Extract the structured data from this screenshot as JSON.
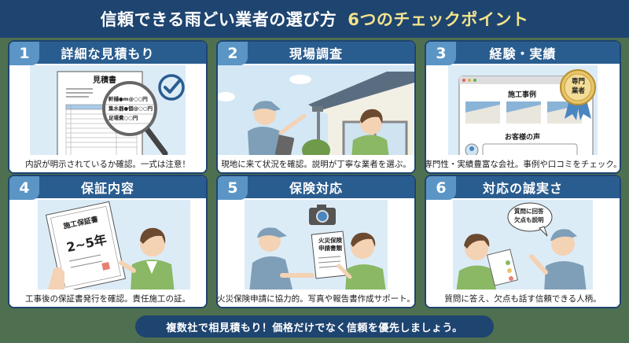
{
  "header": {
    "title_main": "信頼できる雨どい業者の選び方",
    "title_accent": "6つのチェックポイント"
  },
  "panels": [
    {
      "number": "1",
      "title": "詳細な見積もり",
      "caption": "内訳が明示されているか確認。一式は注意！",
      "illustration": {
        "document_title": "見積書",
        "magnified_lines": [
          "軒樋●m@○○円",
          "集水器●個@○○円",
          "足場費○○円"
        ],
        "icons": [
          "document-icon",
          "magnifier-icon",
          "checkmark-icon"
        ]
      }
    },
    {
      "number": "2",
      "title": "現場調査",
      "caption": "現地に来て状況を確認。説明が丁寧な業者を選ぶ。",
      "illustration": {
        "icons": [
          "worker-with-tablet",
          "house-gutter",
          "customer"
        ]
      }
    },
    {
      "number": "3",
      "title": "経験・実績",
      "caption": "専門性・実績豊富な会社。事例や口コミをチェック。",
      "illustration": {
        "section_cases": "施工事例",
        "section_reviews": "お客様の声",
        "badge_text": [
          "専門",
          "業者"
        ],
        "icons": [
          "browser-window",
          "award-ribbon-icon",
          "user-avatar-icon"
        ]
      }
    },
    {
      "number": "4",
      "title": "保証内容",
      "caption": "工事後の保証書発行を確認。責任施工の証。",
      "illustration": {
        "certificate_title": "施工保証書",
        "certificate_period": "2~5年",
        "icons": [
          "certificate-icon",
          "customer-smiling"
        ]
      }
    },
    {
      "number": "5",
      "title": "保険対応",
      "caption": "火災保険申請に協力的。写真や報告書作成サポート。",
      "illustration": {
        "document_text": [
          "火災保険",
          "申請書類"
        ],
        "icons": [
          "camera-icon",
          "worker",
          "customer"
        ]
      }
    },
    {
      "number": "6",
      "title": "対応の誠実さ",
      "caption": "質問に答え、欠点も話す信頼できる人柄。",
      "illustration": {
        "speech_bubble": [
          "質問に回答",
          "欠点も説明"
        ],
        "icons": [
          "speech-bubble-icon",
          "worker",
          "customer-with-report"
        ]
      }
    }
  ],
  "footer": {
    "message": "複数社で相見積もり！価格だけでなく信頼を優先しましょう。"
  },
  "colors": {
    "background": "#4f7050",
    "navy": "#1e4470",
    "panel_header": "#2a5d8f",
    "number_badge": "#5a95c5",
    "accent_yellow": "#f3e38a",
    "art_bg": "#dcecf7",
    "worker_blue": "#7f9fb8",
    "customer_green": "#8ab865",
    "badge_gold": "#e8c56a",
    "ribbon_blue": "#4a86bf"
  }
}
